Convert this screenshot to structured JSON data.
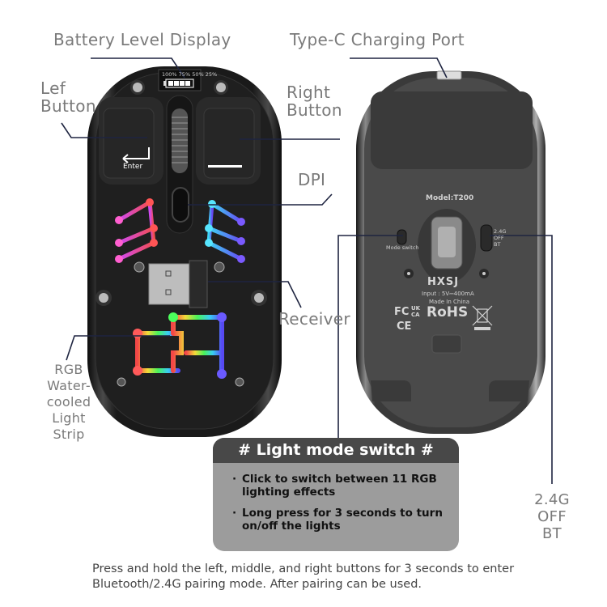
{
  "labels": {
    "battery": "Battery Level Display",
    "type_c": "Type-C Charging Port",
    "left_button_line1": "Lef",
    "left_button_line2": "Button",
    "right_button_line1": "Right",
    "right_button_line2": "Button",
    "dpi": "DPI",
    "receiver": "Receiver",
    "rgb_strip": [
      "RGB",
      "Water-",
      "cooled",
      "Light",
      "Strip"
    ],
    "mode_switch_positions": [
      "2.4G",
      "OFF",
      "BT"
    ]
  },
  "mouse_top": {
    "battery_levels": [
      "100%",
      "75%",
      "50%",
      "25%"
    ],
    "left_key_text": "Enter"
  },
  "mouse_bottom": {
    "model": "Model:T200",
    "mode_switch": "Mode switch",
    "switch_positions": [
      "2.4G",
      "OFF",
      "BT"
    ],
    "brand": "HXSJ",
    "input": "Input : 5V⎓400mA",
    "made_in": "Made In China",
    "cert_marks": [
      "FC",
      "UK CA",
      "RoHS",
      "CE"
    ]
  },
  "panel": {
    "title": "# Light mode switch #",
    "bullets": [
      "Click to switch between 11 RGB lighting effects",
      "Long press for 3 seconds to turn on/off the lights"
    ],
    "bullet_char": "·"
  },
  "footer": {
    "text": "Press and hold the left, middle, and right buttons for 3 seconds to enter Bluetooth/2.4G pairing mode. After pairing can be used."
  },
  "colors": {
    "label_gray": "#7a7a7a",
    "leader_line": "#1e2440",
    "panel_header": "#484848",
    "panel_body": "#9c9c9c",
    "mouse_body": "#1b1b1b"
  }
}
